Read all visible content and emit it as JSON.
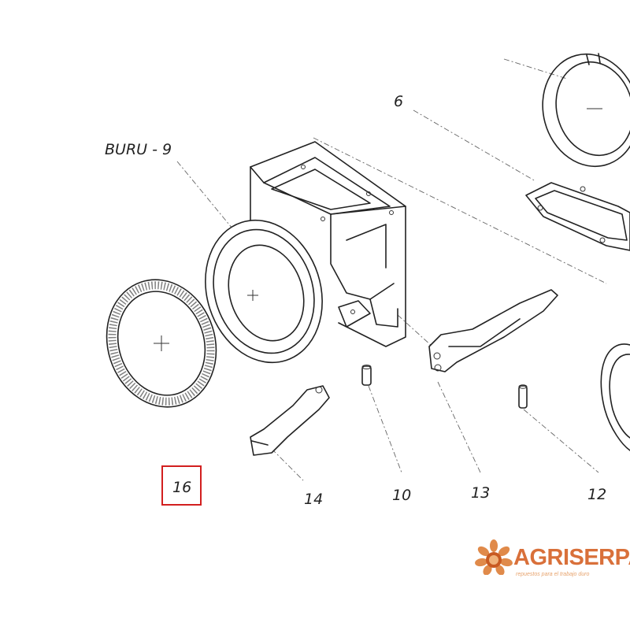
{
  "figure": {
    "callouts": [
      {
        "id": "buru-9",
        "text": "BURU - 9"
      },
      {
        "id": "6",
        "text": "6"
      },
      {
        "id": "16",
        "text": "16",
        "highlighted": true
      },
      {
        "id": "14",
        "text": "14"
      },
      {
        "id": "10",
        "text": "10"
      },
      {
        "id": "13",
        "text": "13"
      },
      {
        "id": "12",
        "text": "12"
      }
    ],
    "highlight_color": "#d21f1f"
  },
  "branding": {
    "name": "AGRISERPAL",
    "tagline": "repuestos para el trabajo duro",
    "brand_color": "#d9703a"
  }
}
